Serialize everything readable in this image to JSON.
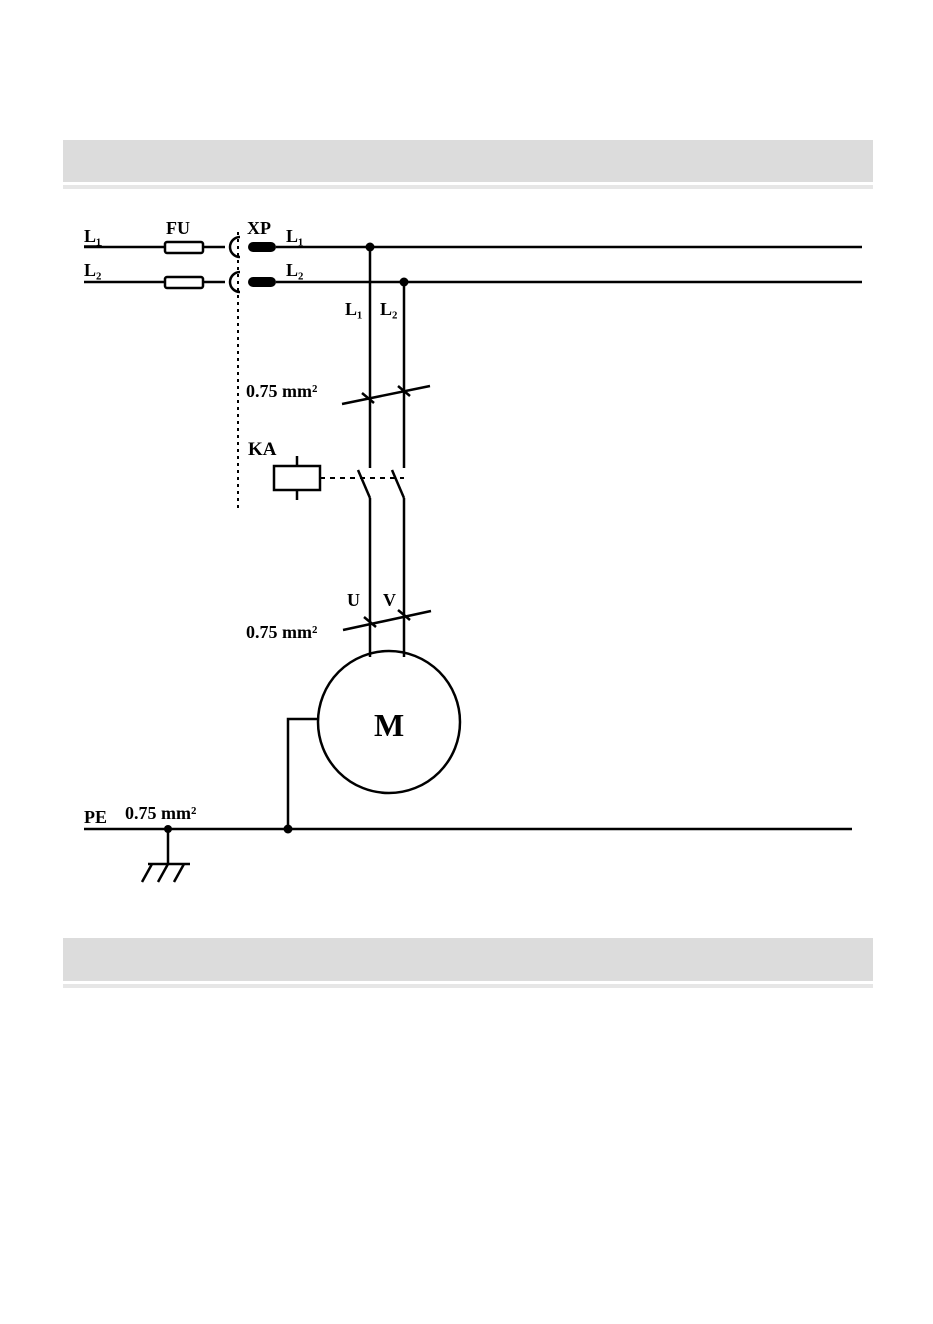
{
  "diagram": {
    "labels": {
      "supply_l1": "L₁",
      "supply_l2": "L₂",
      "fuse": "FU",
      "plug": "XP",
      "bus_l1": "L₁",
      "bus_l2": "L₂",
      "drop_l1": "L₁",
      "drop_l2": "L₂",
      "wire_top": "0.75 mm²",
      "relay": "KA",
      "terminal_u": "U",
      "terminal_v": "V",
      "wire_motor": "0.75 mm²",
      "motor": "M",
      "pe": "PE",
      "wire_pe": "0.75 mm²"
    }
  },
  "colors": {
    "band": "#dcdcdc",
    "ink": "#000000"
  }
}
